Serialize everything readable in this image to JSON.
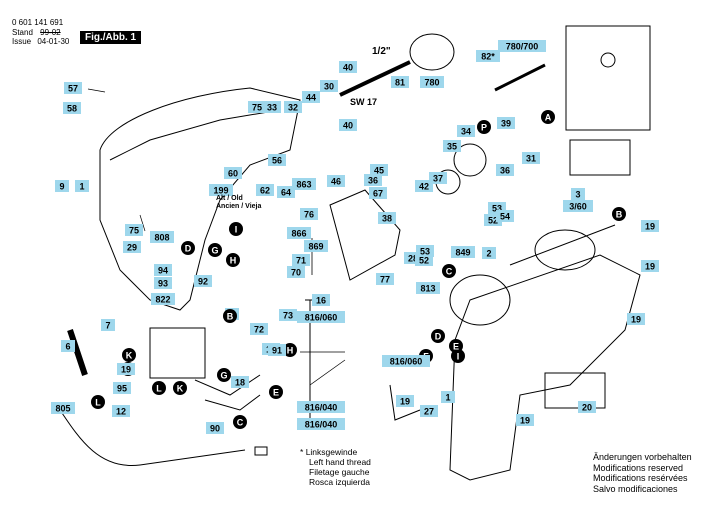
{
  "header": {
    "part_number": "0 601 141 691",
    "stand_label": "Stand",
    "stand_old": "99-02",
    "issue_label": "Issue",
    "issue_value": "04-01-30",
    "figure_label": "Fig./Abb. 1"
  },
  "chuck": {
    "size": "1/2\"",
    "wrench": "SW 17"
  },
  "old_part_note": {
    "line1": "Alt / Old",
    "line2": "Ancien / Vieja"
  },
  "thread_note": {
    "star": "*",
    "lines": [
      "Linksgewinde",
      "Left hand thread",
      "Filetage gauche",
      "Rosca izquierda"
    ]
  },
  "modifications": [
    "Änderungen vorbehalten",
    "Modifications reserved",
    "Modifications resérvées",
    "Salvo modificaciones"
  ],
  "part_labels": [
    "57",
    "58",
    "9",
    "1",
    "75",
    "33",
    "32",
    "44",
    "30",
    "40",
    "40",
    "81",
    "780",
    "780/700",
    "82*",
    "A",
    "P",
    "39",
    "31",
    "34",
    "35",
    "36",
    "37",
    "42",
    "67",
    "45",
    "46",
    "38",
    "76",
    "866",
    "869",
    "60",
    "56",
    "62",
    "863",
    "64",
    "199",
    "808",
    "29",
    "75",
    "D",
    "G",
    "H",
    "I",
    "94",
    "93",
    "92",
    "822",
    "72",
    "73",
    "14",
    "71",
    "70",
    "28",
    "52",
    "53",
    "849",
    "52",
    "53",
    "54",
    "3",
    "3/60",
    "B",
    "19",
    "19",
    "19",
    "2",
    "813",
    "C",
    "I",
    "E",
    "F",
    "D",
    "H",
    "16",
    "816/060",
    "816/040",
    "816/040",
    "816/060",
    "19",
    "27",
    "G",
    "18",
    "91",
    "E",
    "C",
    "90",
    "805",
    "L",
    "K",
    "95",
    "F",
    "12",
    "19",
    "7",
    "6",
    "4",
    "B",
    "L",
    "K",
    "20",
    "19",
    "1",
    "77",
    "36"
  ],
  "letter_markers": [
    "A",
    "P",
    "B",
    "E",
    "C",
    "G",
    "D",
    "F",
    "H",
    "I",
    "K",
    "L"
  ]
}
